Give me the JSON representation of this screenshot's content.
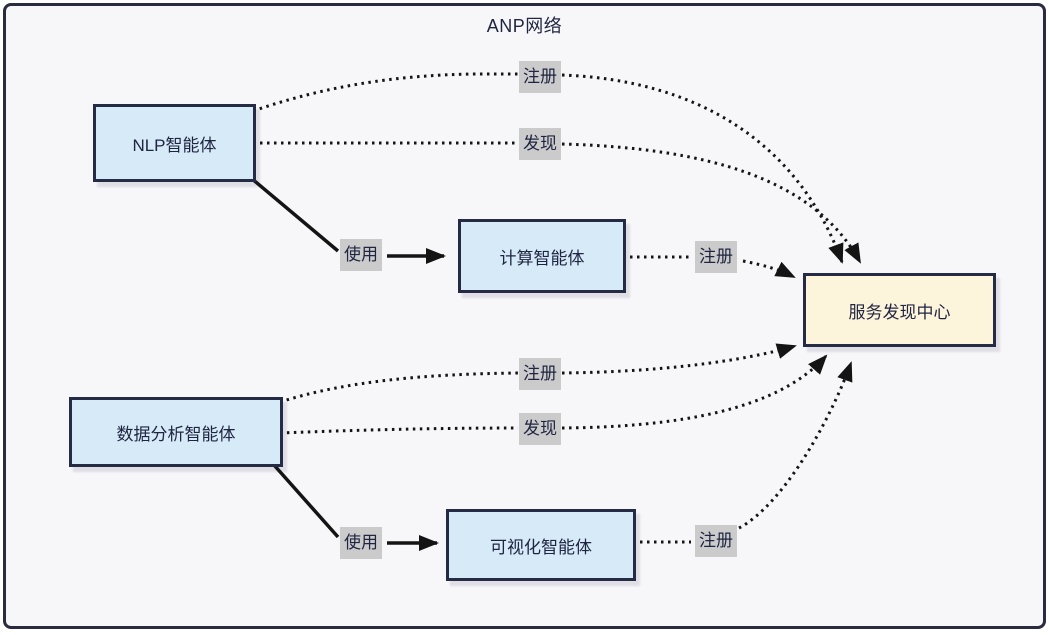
{
  "diagram": {
    "title": "ANP网络",
    "nodes": [
      {
        "id": "nlp",
        "label": "NLP智能体",
        "type": "agent"
      },
      {
        "id": "compute",
        "label": "计算智能体",
        "type": "agent"
      },
      {
        "id": "data",
        "label": "数据分析智能体",
        "type": "agent"
      },
      {
        "id": "viz",
        "label": "可视化智能体",
        "type": "agent"
      },
      {
        "id": "center",
        "label": "服务发现中心",
        "type": "center"
      }
    ],
    "edges": [
      {
        "from": "NLP智能体",
        "to": "服务发现中心",
        "label": "注册",
        "style": "dotted"
      },
      {
        "from": "NLP智能体",
        "to": "服务发现中心",
        "label": "发现",
        "style": "dotted"
      },
      {
        "from": "NLP智能体",
        "to": "计算智能体",
        "label": "使用",
        "style": "solid"
      },
      {
        "from": "计算智能体",
        "to": "服务发现中心",
        "label": "注册",
        "style": "dotted"
      },
      {
        "from": "数据分析智能体",
        "to": "服务发现中心",
        "label": "注册",
        "style": "dotted"
      },
      {
        "from": "数据分析智能体",
        "to": "服务发现中心",
        "label": "发现",
        "style": "dotted"
      },
      {
        "from": "数据分析智能体",
        "to": "可视化智能体",
        "label": "使用",
        "style": "solid"
      },
      {
        "from": "可视化智能体",
        "to": "服务发现中心",
        "label": "注册",
        "style": "dotted"
      }
    ],
    "colors": {
      "canvas_bg": "#f7f7fa",
      "frame_border": "#2b2b40",
      "agent_fill": "#d6eaf8",
      "center_fill": "#fdf4dc",
      "node_border": "#262b45",
      "edge": "#141414",
      "label_bg": "#cbcbcb",
      "text": "#1f2440"
    }
  }
}
